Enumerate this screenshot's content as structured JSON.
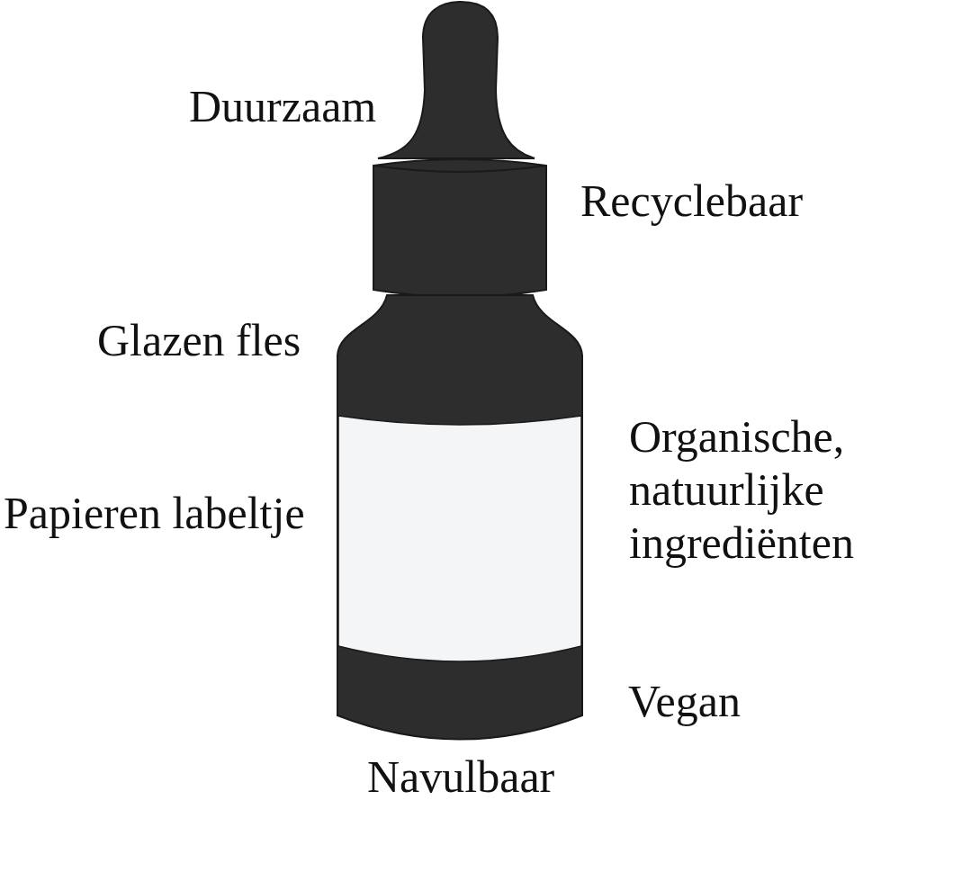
{
  "diagram": {
    "labels": [
      "Duurzaam",
      "Recyclebaar",
      "Glazen fles",
      "Organische, natuurlijke ingrediënten",
      "Papieren labeltje",
      "Vegan",
      "Navulbaar"
    ]
  }
}
